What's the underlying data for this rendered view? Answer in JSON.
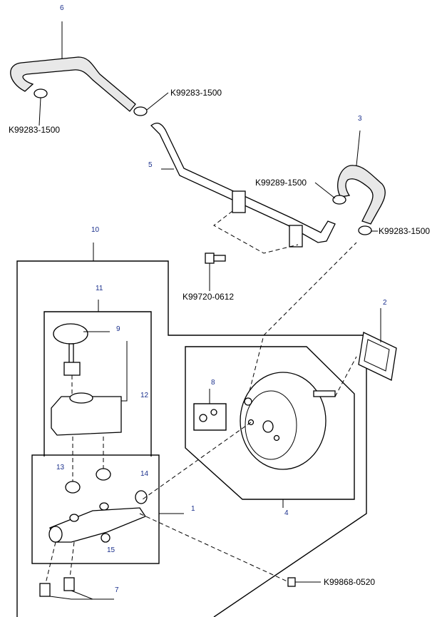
{
  "callouts": {
    "n1": "1",
    "n2": "2",
    "n3": "3",
    "n4": "4",
    "n5": "5",
    "n6": "6",
    "n7": "7",
    "n8": "8",
    "n9": "9",
    "n10": "10",
    "n11": "11",
    "n12": "12",
    "n13": "13",
    "n14": "14",
    "n15": "15"
  },
  "part_numbers": {
    "clamp_top_left": "K99283-1500",
    "clamp_top_right": "K99283-1500",
    "clamp_mid": "K99289-1500",
    "clamp_right": "K99283-1500",
    "bolt": "K99720-0612",
    "screw": "K99868-0520"
  },
  "colors": {
    "callout": "#1a2f8c",
    "line": "#000000",
    "hose_fill": "#e8e8e8"
  }
}
